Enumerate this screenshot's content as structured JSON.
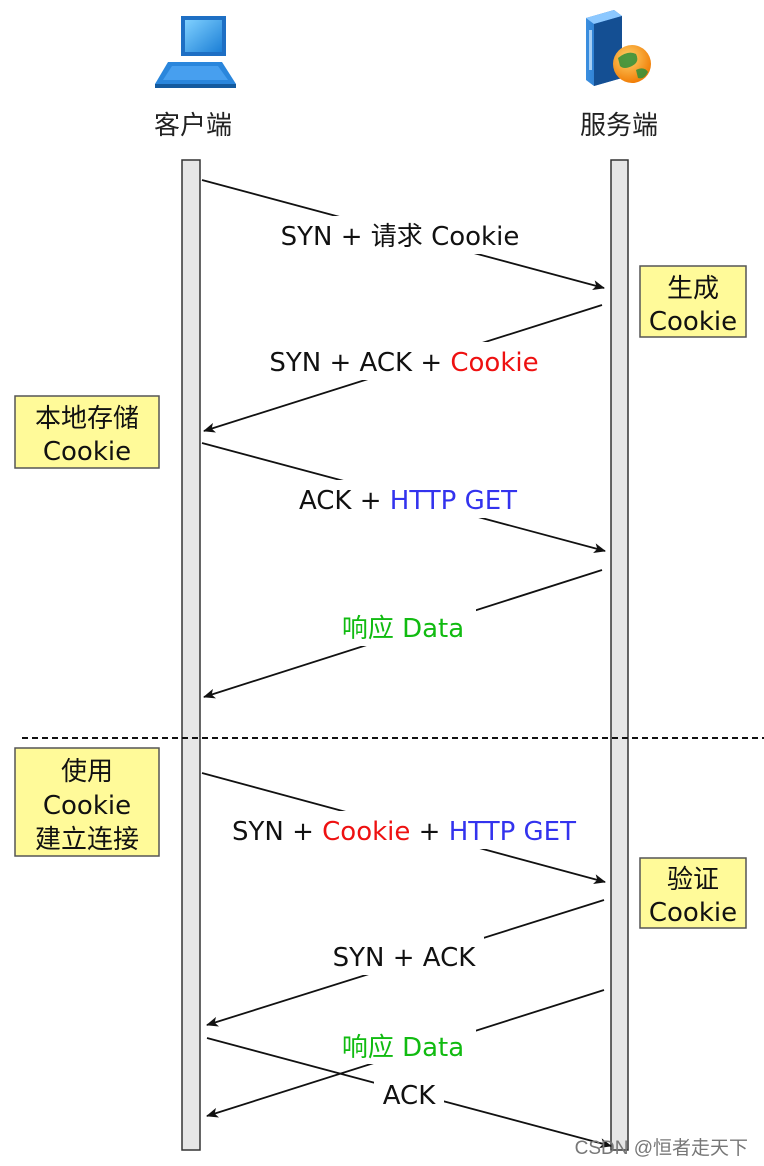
{
  "colors": {
    "default": "#111111",
    "red": "#ee1111",
    "blue": "#3333ee",
    "green": "#11bb11",
    "note_fill": "#fffa99",
    "note_stroke": "#555555",
    "lifeline_fill": "#e6e6e6",
    "lifeline_stroke": "#333333"
  },
  "participants": {
    "client": {
      "label": "客户端",
      "icon": "laptop-icon"
    },
    "server": {
      "label": "服务端",
      "icon": "server-globe-icon"
    }
  },
  "notes": {
    "generate": {
      "line1": "生成",
      "line2": "Cookie"
    },
    "store": {
      "line1": "本地存储",
      "line2": "Cookie"
    },
    "use": {
      "line1": "使用",
      "line2": "Cookie",
      "line3": "建立连接"
    },
    "verify": {
      "line1": "验证",
      "line2": "Cookie"
    }
  },
  "messages": {
    "m1": {
      "p1": "SYN + 请求 Cookie"
    },
    "m2": {
      "p1": "SYN + ACK + ",
      "p2": "Cookie"
    },
    "m3": {
      "p1": "ACK + ",
      "p2": "HTTP GET"
    },
    "m4": {
      "p1": "响应 Data"
    },
    "m5": {
      "p1": "SYN + ",
      "p2": "Cookie",
      "p3": " + ",
      "p4": "HTTP GET"
    },
    "m6": {
      "p1": "SYN + ACK"
    },
    "m7": {
      "p1": "响应 Data"
    },
    "m8": {
      "p1": "ACK"
    }
  },
  "watermark": "CSDN @恒者走天下"
}
